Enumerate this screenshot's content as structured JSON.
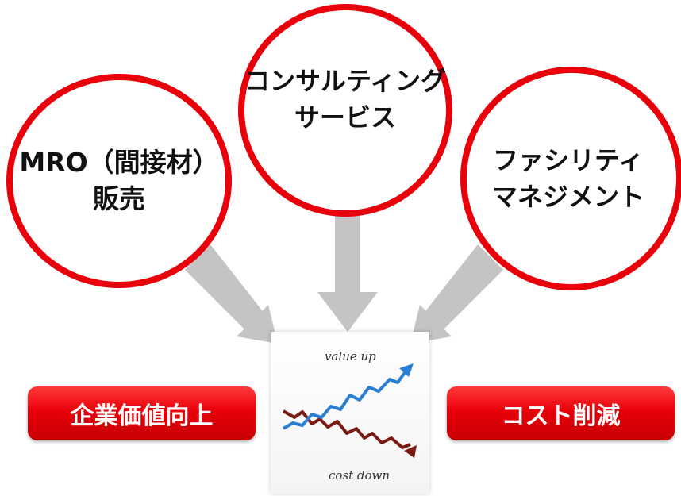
{
  "circles": {
    "left": [
      "MRO（間接材）",
      "販売"
    ],
    "center": [
      "コンサルティング",
      "サービス"
    ],
    "right": [
      "ファシリティ",
      "マネジメント"
    ]
  },
  "chart_image": {
    "label_top": "value up",
    "label_bottom": "cost down"
  },
  "outcomes": {
    "left": "企業価値向上",
    "right": "コスト削減"
  },
  "colors": {
    "circle_border": "#e8000b",
    "button_red": "#e80009",
    "arrow_gray": "#c4c4c4",
    "line_up": "#2a7fd4",
    "line_down": "#7a1a12"
  }
}
